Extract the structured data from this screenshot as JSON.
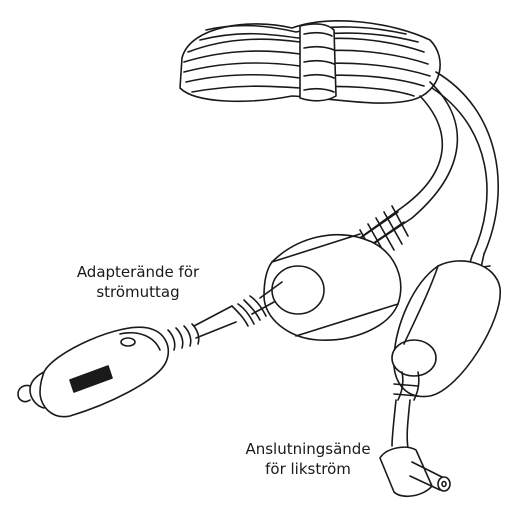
{
  "labels": {
    "adapter_end": {
      "line1": "Adapterände för",
      "line2": "strömuttag"
    },
    "dc_end": {
      "line1": "Anslutningsände",
      "line2": "för likström"
    }
  },
  "colors": {
    "line": "#1a1a1a",
    "fill": "#ffffff",
    "background": "#ffffff"
  }
}
